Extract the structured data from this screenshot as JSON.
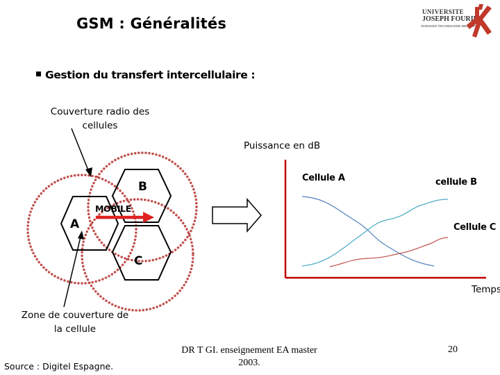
{
  "title": "GSM : Généralités",
  "heading": "Gestion du transfert intercellulaire :",
  "logo": {
    "name": "university-logo",
    "text_line1": "UNIVERSITE",
    "text_line2": "JOSEPH FOURIER",
    "text_line3": "SCIENCES·TECHNOLOGIE·MEDECINE"
  },
  "diagram": {
    "coverage_label_line1": "Couverture radio des",
    "coverage_label_line2": "cellules",
    "zone_label_line1": "Zone de couverture de",
    "zone_label_line2": "la cellule",
    "cell_a": "A",
    "cell_b": "B",
    "cell_c": "C",
    "mobile": "MOBILE"
  },
  "graph": {
    "ylabel": "Puissance en dB",
    "xlabel": "Temps",
    "label_a": "Cellule A",
    "label_b": "cellule B",
    "label_c": "Cellule C"
  },
  "colors": {
    "accent_red": "#c0392b",
    "dotted_circle": "#c0504d",
    "mobile_arrow": "#e02020",
    "curve_a": "#4f81bd",
    "curve_b": "#4bacc6",
    "curve_c": "#c0504d",
    "axis": "#c00000"
  },
  "footer": {
    "source": "Source : Digitel Espagne.",
    "credit_line1": "DR T GI. enseignement EA master",
    "credit_line2": "2003.",
    "page": "20"
  }
}
